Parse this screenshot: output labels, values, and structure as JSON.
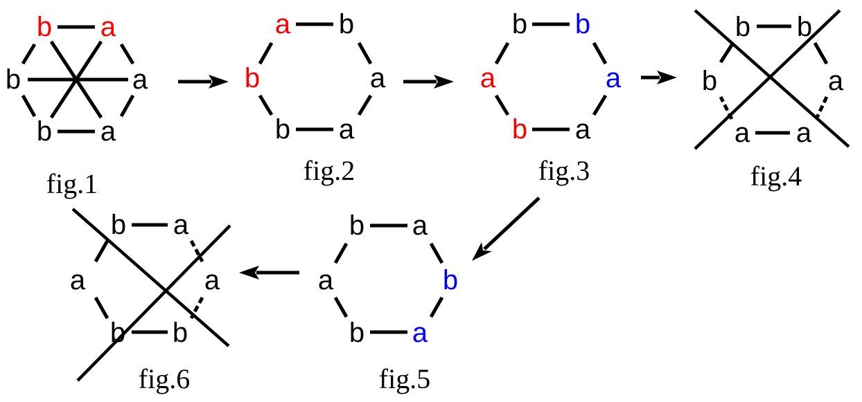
{
  "colors": {
    "default": "#000000",
    "red": "#ff0000",
    "blue": "#0000ff"
  },
  "figures": [
    {
      "id": "fig1",
      "caption": "fig.1",
      "vertices": [
        {
          "label": "b",
          "color": "red"
        },
        {
          "label": "a",
          "color": "red"
        },
        {
          "label": "a",
          "color": "default"
        },
        {
          "label": "a",
          "color": "default"
        },
        {
          "label": "b",
          "color": "default"
        },
        {
          "label": "b",
          "color": "default"
        }
      ]
    },
    {
      "id": "fig2",
      "caption": "fig.2",
      "vertices": [
        {
          "label": "a",
          "color": "red"
        },
        {
          "label": "b",
          "color": "default"
        },
        {
          "label": "a",
          "color": "default"
        },
        {
          "label": "a",
          "color": "default"
        },
        {
          "label": "b",
          "color": "default"
        },
        {
          "label": "b",
          "color": "red"
        }
      ]
    },
    {
      "id": "fig3",
      "caption": "fig.3",
      "vertices": [
        {
          "label": "b",
          "color": "default"
        },
        {
          "label": "b",
          "color": "blue"
        },
        {
          "label": "a",
          "color": "blue"
        },
        {
          "label": "a",
          "color": "default"
        },
        {
          "label": "b",
          "color": "red"
        },
        {
          "label": "a",
          "color": "red"
        }
      ]
    },
    {
      "id": "fig4",
      "caption": "fig.4",
      "vertices": [
        {
          "label": "b",
          "color": "default"
        },
        {
          "label": "b",
          "color": "default"
        },
        {
          "label": "a",
          "color": "default"
        },
        {
          "label": "a",
          "color": "default"
        },
        {
          "label": "a",
          "color": "default"
        },
        {
          "label": "b",
          "color": "default"
        }
      ]
    },
    {
      "id": "fig5",
      "caption": "fig.5",
      "vertices": [
        {
          "label": "b",
          "color": "default"
        },
        {
          "label": "a",
          "color": "default"
        },
        {
          "label": "b",
          "color": "blue"
        },
        {
          "label": "a",
          "color": "blue"
        },
        {
          "label": "b",
          "color": "default"
        },
        {
          "label": "a",
          "color": "default"
        }
      ]
    },
    {
      "id": "fig6",
      "caption": "fig.6",
      "vertices": [
        {
          "label": "b",
          "color": "default"
        },
        {
          "label": "a",
          "color": "default"
        },
        {
          "label": "a",
          "color": "default"
        },
        {
          "label": "b",
          "color": "default"
        },
        {
          "label": "b",
          "color": "default"
        },
        {
          "label": "a",
          "color": "default"
        }
      ]
    }
  ]
}
